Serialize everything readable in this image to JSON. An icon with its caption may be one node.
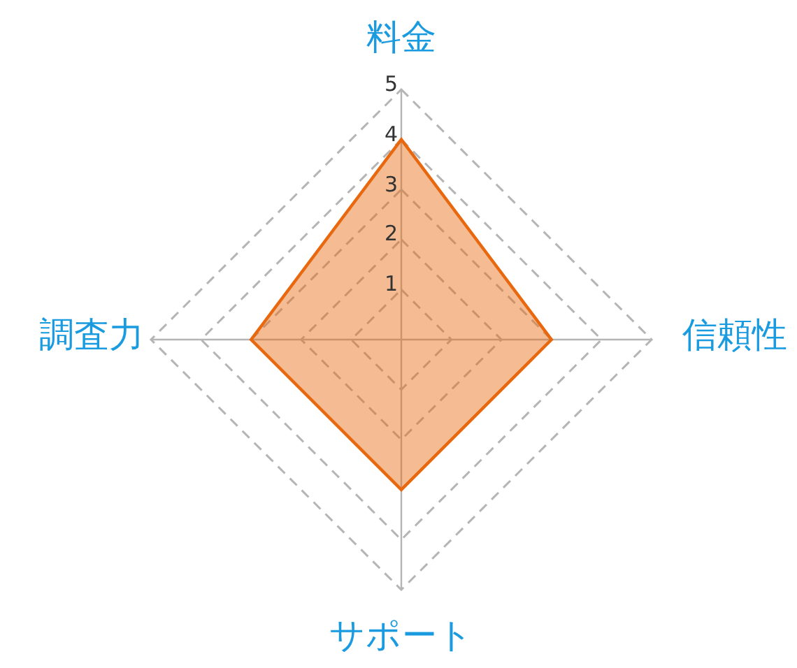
{
  "diagram": {
    "chart_data": {
      "type": "radar",
      "categories": [
        "料金",
        "信頼性",
        "サポート",
        "調査力"
      ],
      "series": [
        {
          "color": "#e8680f",
          "values": [
            4,
            3,
            3,
            3
          ]
        }
      ],
      "ylim": [
        0,
        5
      ],
      "yticks": [
        1,
        2,
        3,
        4,
        5
      ]
    }
  }
}
